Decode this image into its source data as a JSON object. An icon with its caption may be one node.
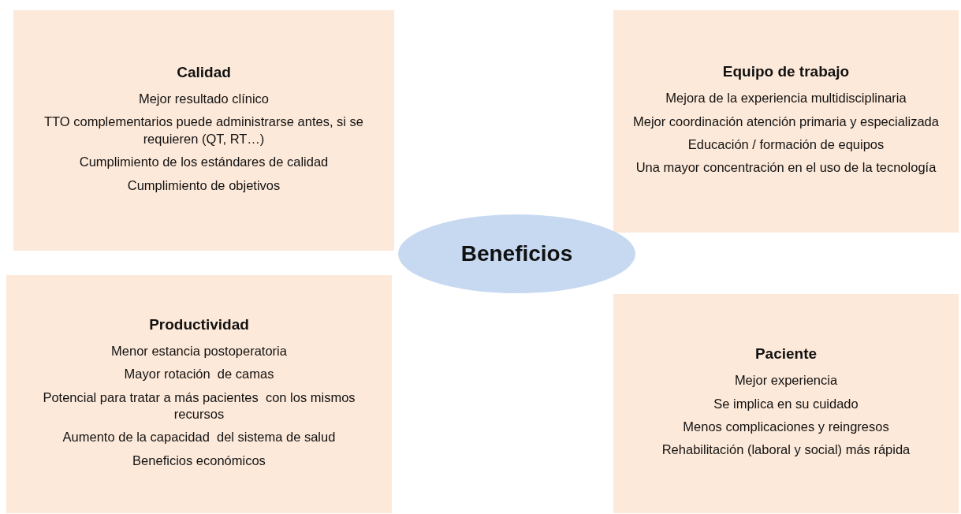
{
  "diagram": {
    "nodes": [
      {
        "text": [
          "Calidad",
          "Mejor resultado clínico",
          "TTO complementarios puede administrarse antes, si se requieren (QT, RT…)",
          "Cumplimiento de los estándares de calidad",
          "Cumplimiento de objetivos"
        ]
      },
      {
        "text": [
          "Equipo de trabajo",
          "Mejora de la experiencia multidisciplinaria",
          "Mejor coordinación atención primaria y especializada",
          "Educación / formación de equipos",
          "Una mayor concentración en el uso de la tecnología"
        ]
      },
      {
        "text": [
          "Beneficios"
        ]
      },
      {
        "text": [
          "Productividad",
          "Menor estancia postoperatoria",
          "Mayor rotación  de camas",
          "Potencial para tratar a más pacientes  con los mismos recursos",
          "Aumento de la capacidad  del sistema de salud",
          "Beneficios económicos"
        ]
      },
      {
        "text": [
          "Paciente",
          "Mejor experiencia",
          "Se implica en su cuidado",
          "Menos complicaciones y reingresos",
          "Rehabilitación (laboral y social) más rápida"
        ]
      }
    ]
  }
}
